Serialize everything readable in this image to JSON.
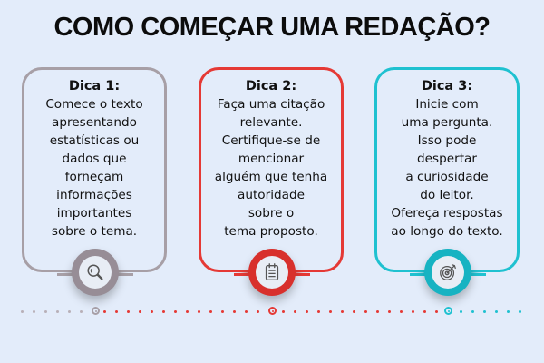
{
  "title": "COMO COMEÇAR UMA REDAÇÃO?",
  "colors": {
    "background": "#e3ecfa",
    "gray": "#a79fa6",
    "red": "#e53935",
    "teal": "#1fc1d0"
  },
  "cards": [
    {
      "heading": "Dica 1:",
      "body": "Comece o texto\napresentando\nestatísticas ou\ndados que\nforneçam\ninformações\nimportantes\nsobre o tema.",
      "icon": "search-icon",
      "color": "#a79fa6"
    },
    {
      "heading": "Dica 2:",
      "body": "Faça uma citação\nrelevante.\nCertifique-se de\nmencionar\nalguém que tenha\nautoridade\nsobre o\ntema proposto.",
      "icon": "notepad-icon",
      "color": "#e53935"
    },
    {
      "heading": "Dica 3:",
      "body": "Inicie com\numa pergunta.\nIsso pode\ndespertar\na curiosidade\ndo leitor.\nOfereça respostas\nao longo do texto.",
      "icon": "target-icon",
      "color": "#1fc1d0"
    }
  ]
}
